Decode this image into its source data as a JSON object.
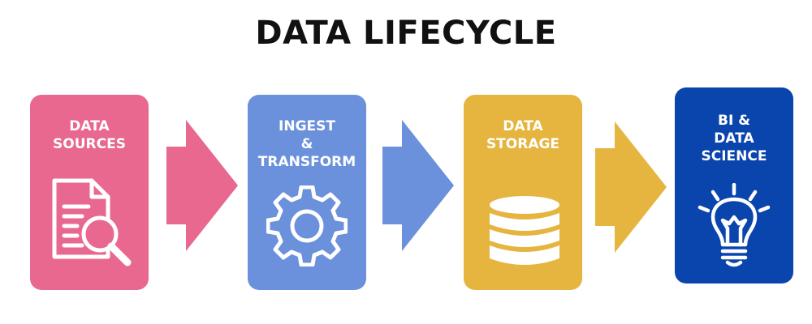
{
  "title": "DATA LIFECYCLE",
  "stages": [
    {
      "label": "DATA\nSOURCES",
      "icon": "document-search-icon",
      "color": "#e8688f"
    },
    {
      "label": "INGEST\n&\nTRANSFORM",
      "icon": "gear-icon",
      "color": "#6b91dc"
    },
    {
      "label": "DATA\nSTORAGE",
      "icon": "database-icon",
      "color": "#e5b53f"
    },
    {
      "label": "BI &\nDATA\nSCIENCE",
      "icon": "lightbulb-icon",
      "color": "#0a44ad"
    }
  ]
}
